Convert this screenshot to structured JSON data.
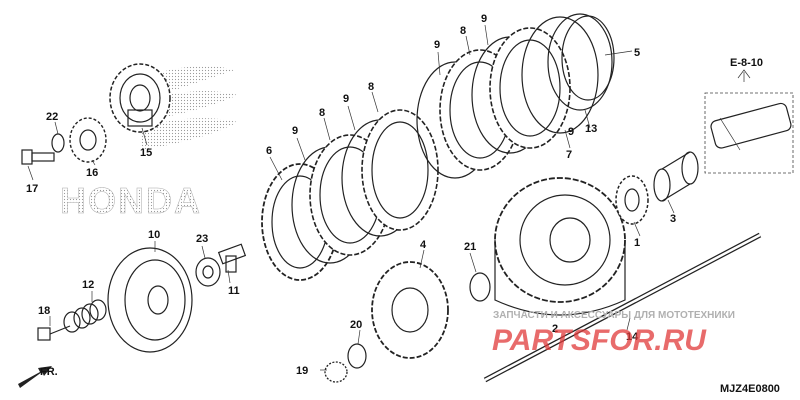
{
  "diagram": {
    "reference_label": "E-8-10",
    "direction_label": "FR.",
    "brand_text": "HONDA",
    "watermark": {
      "subtitle": "ЗАПЧАСТИ И АКСЕССУАРЫ ДЛЯ МОТОТЕХНИКИ",
      "logo": "PARTSFOR.RU"
    },
    "diagram_code": "MJZ4E0800",
    "callouts": [
      "1",
      "2",
      "3",
      "4",
      "5",
      "6",
      "7",
      "8",
      "8",
      "8",
      "9",
      "9",
      "9",
      "9",
      "9",
      "10",
      "11",
      "12",
      "13",
      "14",
      "15",
      "16",
      "17",
      "18",
      "19",
      "20",
      "21",
      "22",
      "23"
    ]
  },
  "colors": {
    "line": "#222222",
    "watermark_red": "#e03a3a",
    "watermark_grey": "#b0b0b0"
  }
}
